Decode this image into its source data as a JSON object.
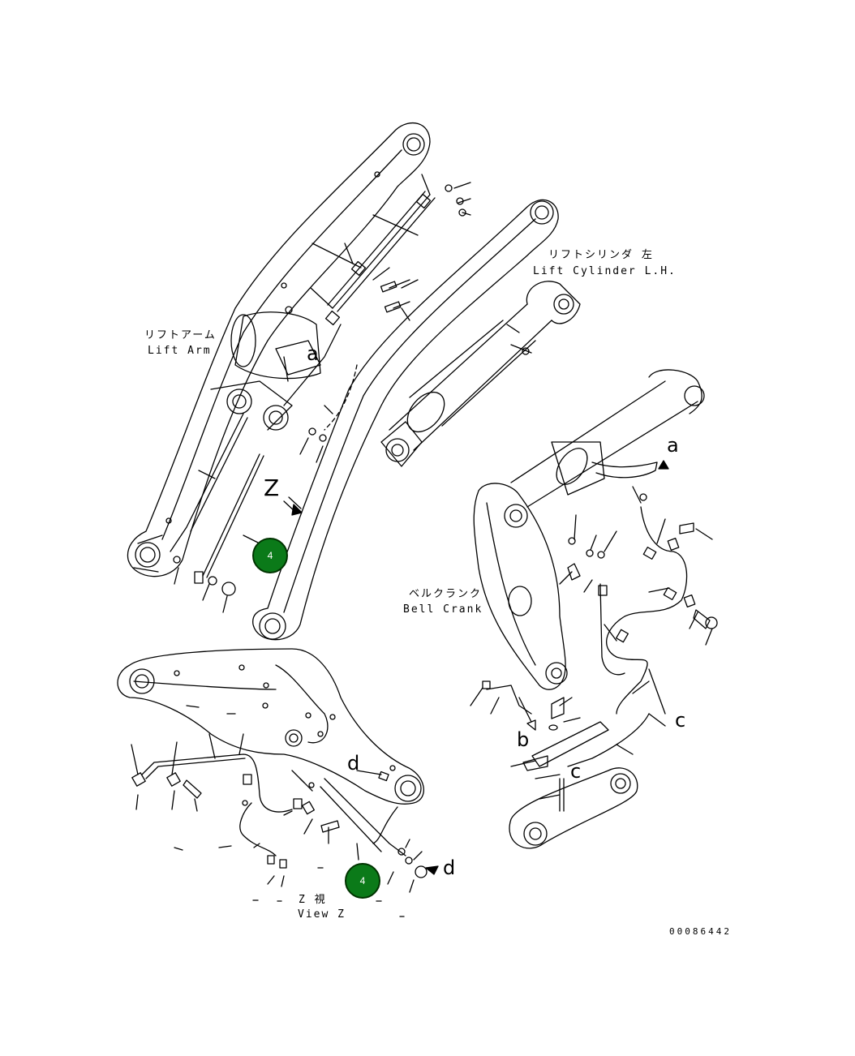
{
  "labels": {
    "lift_arm_jp": "リフトアーム",
    "lift_arm_en": "Lift Arm",
    "lift_cyl_jp": "リフトシリンダ 左",
    "lift_cyl_en": "Lift Cylinder L.H.",
    "bell_crank_jp": "ベルクランク",
    "bell_crank_en": "Bell Crank",
    "view_z_jp": "Z 視",
    "view_z_en": "View Z",
    "z_marker": "Z"
  },
  "letters": {
    "a_top": "a",
    "a_cyl": "a",
    "b": "b",
    "c_right": "c",
    "c_link": "c",
    "d_view": "d",
    "d_arrow": "d"
  },
  "callouts": [
    {
      "number": "4"
    },
    {
      "number": "4"
    }
  ],
  "document_number": "00086442",
  "colors": {
    "callout_fill": "#0b7a19",
    "callout_border": "#003300",
    "line": "#000000"
  }
}
